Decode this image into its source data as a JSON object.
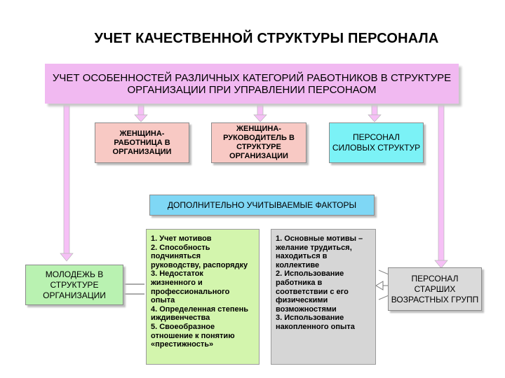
{
  "title": "УЧЕТ КАЧЕСТВЕННОЙ СТРУКТУРЫ ПЕРСОНАЛА",
  "main_box": "УЧЕТ ОСОБЕННОСТЕЙ РАЗЛИЧНЫХ КАТЕГОРИЙ РАБОТНИКОВ В СТРУКТУРЕ\nОРГАНИЗАЦИИ ПРИ УПРАВЛЕНИИ ПЕРСОНАОМ",
  "categories": {
    "women_workers": "ЖЕНЩИНА-\nРАБОТНИЦА В\nОРГАНИЗАЦИИ",
    "women_leaders": "ЖЕНЩИНА-\nРУКОВОДИТЕЛЬ В\nСТРУКТУРЕ\nОРГАНИЗАЦИИ",
    "security": "ПЕРСОНАЛ\nСИЛОВЫХ СТРУКТУР",
    "youth": "МОЛОДЕЖЬ В\nСТРУКТУРЕ\nОРГАНИЗАЦИИ",
    "elder": "ПЕРСОНАЛ\nСТАРШИХ\nВОЗРАСТНЫХ ГРУПП"
  },
  "extra_factors": "ДОПОЛНИТЕЛЬНО УЧИТЫВАЕМЫЕ ФАКТОРЫ",
  "youth_factors": "1. Учет мотивов\n2. Способность\nподчиняться\nруководству, распорядку\n3. Недостаток\nжизненного и\nпрофессионального\nопыта\n4. Определенная степень\nиждивенчества\n5. Своеобразное\nотношение к понятию\n«престижность»",
  "elder_factors": "1. Основные мотивы –\nжелание трудиться,\nнаходиться в\nколлективе\n2. Использование\nработника в\nсоответствии с его\nфизическими\nвозможностями\n3. Использование\nнакопленного опыта",
  "colors": {
    "main": "#f1b9f1",
    "pink": "#f8c9c4",
    "cyan": "#7bf2f6",
    "blue": "#7fd7f5",
    "green": "#b9f2b1",
    "green_list": "#d3f5ad",
    "gray": "#dadada",
    "arrow": "#f6c0f6"
  }
}
